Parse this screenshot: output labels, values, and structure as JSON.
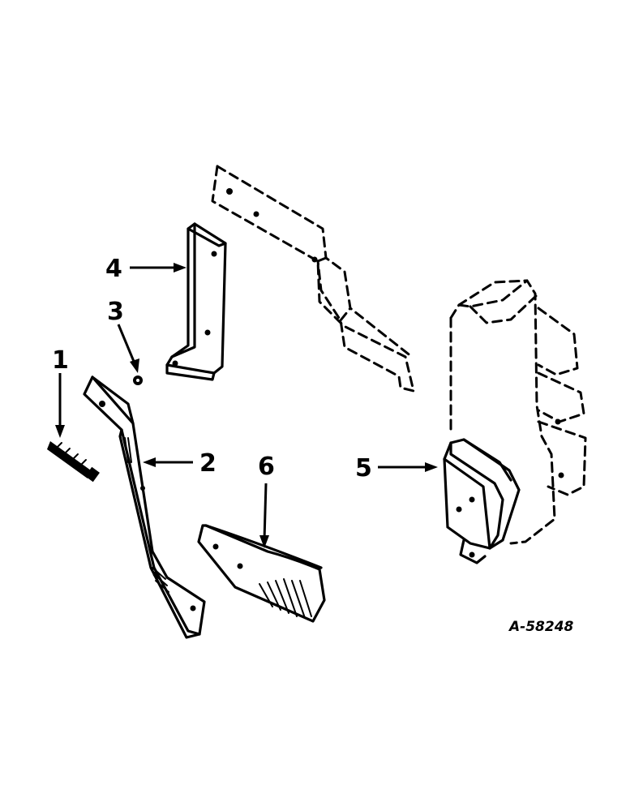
{
  "figure": {
    "reference_code": "A-58248",
    "callouts": [
      {
        "id": "1",
        "label": "1"
      },
      {
        "id": "2",
        "label": "2"
      },
      {
        "id": "3",
        "label": "3"
      },
      {
        "id": "4",
        "label": "4"
      },
      {
        "id": "5",
        "label": "5"
      },
      {
        "id": "6",
        "label": "6"
      }
    ]
  }
}
